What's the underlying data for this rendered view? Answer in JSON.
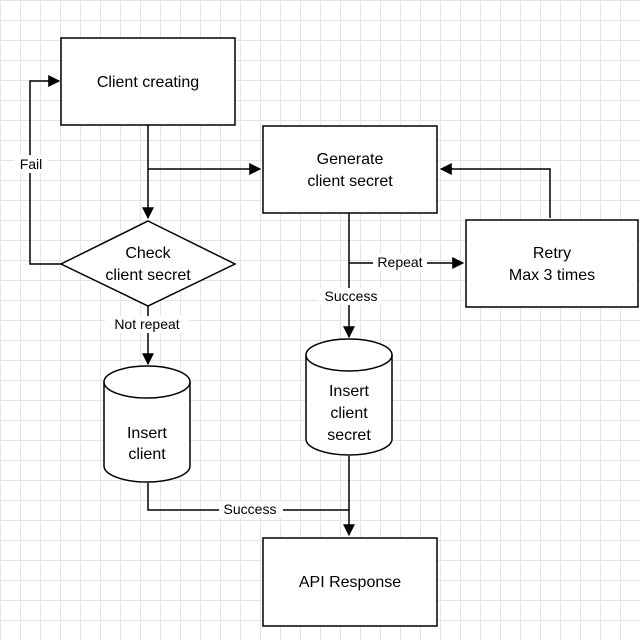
{
  "nodes": {
    "client_creating": "Client creating",
    "generate_secret": [
      "Generate",
      "client secret"
    ],
    "check_secret": [
      "Check",
      "client secret"
    ],
    "retry": [
      "Retry",
      "Max 3 times"
    ],
    "insert_client": [
      "Insert",
      "client"
    ],
    "insert_client_secret": [
      "Insert",
      "client",
      "secret"
    ],
    "api_response": "API Response"
  },
  "edges": {
    "fail": "Fail",
    "repeat": "Repeat",
    "success_secret": "Success",
    "not_repeat": "Not repeat",
    "success_client": "Success"
  }
}
